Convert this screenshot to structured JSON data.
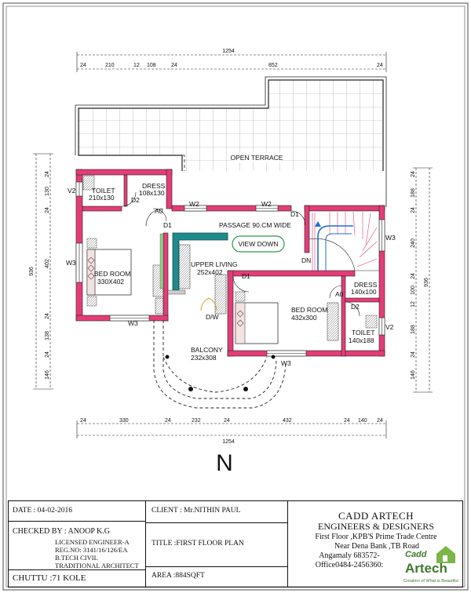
{
  "dimensions": {
    "top_total": "1254",
    "top_segments": [
      "24",
      "210",
      "12",
      "108",
      "24",
      "852",
      "24"
    ],
    "bottom_total": "1254",
    "bottom_segments": [
      "24",
      "330",
      "24",
      "232",
      "24",
      "432",
      "24",
      "140",
      "24"
    ],
    "left_total": "936",
    "left_segments": [
      "24",
      "130",
      "24",
      "402",
      "24",
      "138",
      "24",
      "146"
    ],
    "right_total": "936",
    "right_segments": [
      "24",
      "188",
      "24",
      "240",
      "24",
      "100",
      "12",
      "188",
      "24",
      "146"
    ]
  },
  "rooms": {
    "open_terrace": "OPEN TERRACE",
    "toilet1_name": "TOILET",
    "toilet1_size": "210x130",
    "dress1_name": "DRESS",
    "dress1_size": "108x130",
    "passage": "PASSAGE 90.CM WIDE",
    "view_down": "VIEW DOWN",
    "bed1_name": "BED ROOM",
    "bed1_size": "330X402",
    "upper_living_name": "UPPER LIVING",
    "upper_living_size": "252x402",
    "bed2_name": "BED ROOM",
    "bed2_size": "432x300",
    "dress2_name": "DRESS",
    "dress2_size": "140x100",
    "toilet2_name": "TOILET",
    "toilet2_size": "140x188",
    "balcony_name": "BALCONY",
    "balcony_size": "232x308",
    "dn": "DN"
  },
  "openings": {
    "v2": "V2",
    "d2": "D2",
    "a0": "A0",
    "w2": "W2",
    "d1": "D1",
    "w3": "W3",
    "dw": "D/W"
  },
  "north": "N",
  "title_block": {
    "date": "DATE : 04-02-2016",
    "checked_by": "CHECKED BY : ANOOP K.G",
    "licensed": "LICENSED ENGINEER-A",
    "regno": "REG.NO: 3141/16/126/EA",
    "degree": "B.TECH CIVIL",
    "traditional": "TRADITIONAL ARCHITECT",
    "chuttu": "CHUTTU :71 KOLE",
    "client": "CLIENT : Mr.NITHIN PAUL",
    "title": "TITLE :FIRST  FLOOR PLAN",
    "area": "AREA :884SQFT",
    "firm_name": "CADD ARTECH",
    "firm_sub": "ENGINEERS & DESIGNERS",
    "addr1": "First Floor ,KPB'S Prime Trade Centre",
    "addr2": "Near Dena Bank ,TB Road",
    "addr3": "Angamaly 683572-",
    "addr4": "Office0484-2456360:",
    "logo_cadd": "Cadd",
    "logo_artech": "Artech",
    "logo_tag": "Creation of What is Beautiful"
  },
  "colors": {
    "wall": "#e33d78",
    "terrace_grid": "#9a9a9a",
    "sofa": "#1f8a8a",
    "stair": "#1b6fd1"
  }
}
